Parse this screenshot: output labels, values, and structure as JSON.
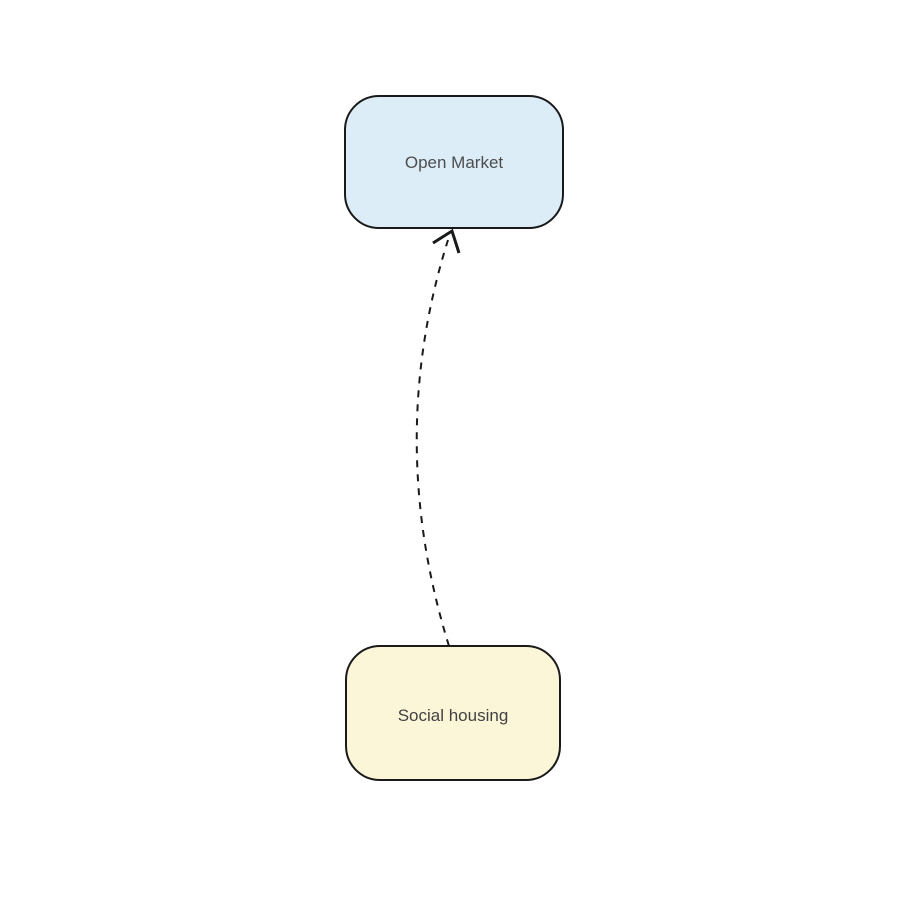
{
  "diagram": {
    "background_color": "#ffffff",
    "nodes": [
      {
        "id": "open-market",
        "label": "Open Market",
        "fill": "#dcedf8",
        "stroke": "#1a1a1a",
        "text_color": "#4d4d4d"
      },
      {
        "id": "social-housing",
        "label": "Social housing",
        "fill": "#fcf6d8",
        "stroke": "#1a1a1a",
        "text_color": "#424242"
      }
    ],
    "edge": {
      "from": "Social housing",
      "to": "Open Market",
      "line_style": "dashed",
      "arrowhead": "open",
      "color": "#1a1a1a"
    }
  }
}
